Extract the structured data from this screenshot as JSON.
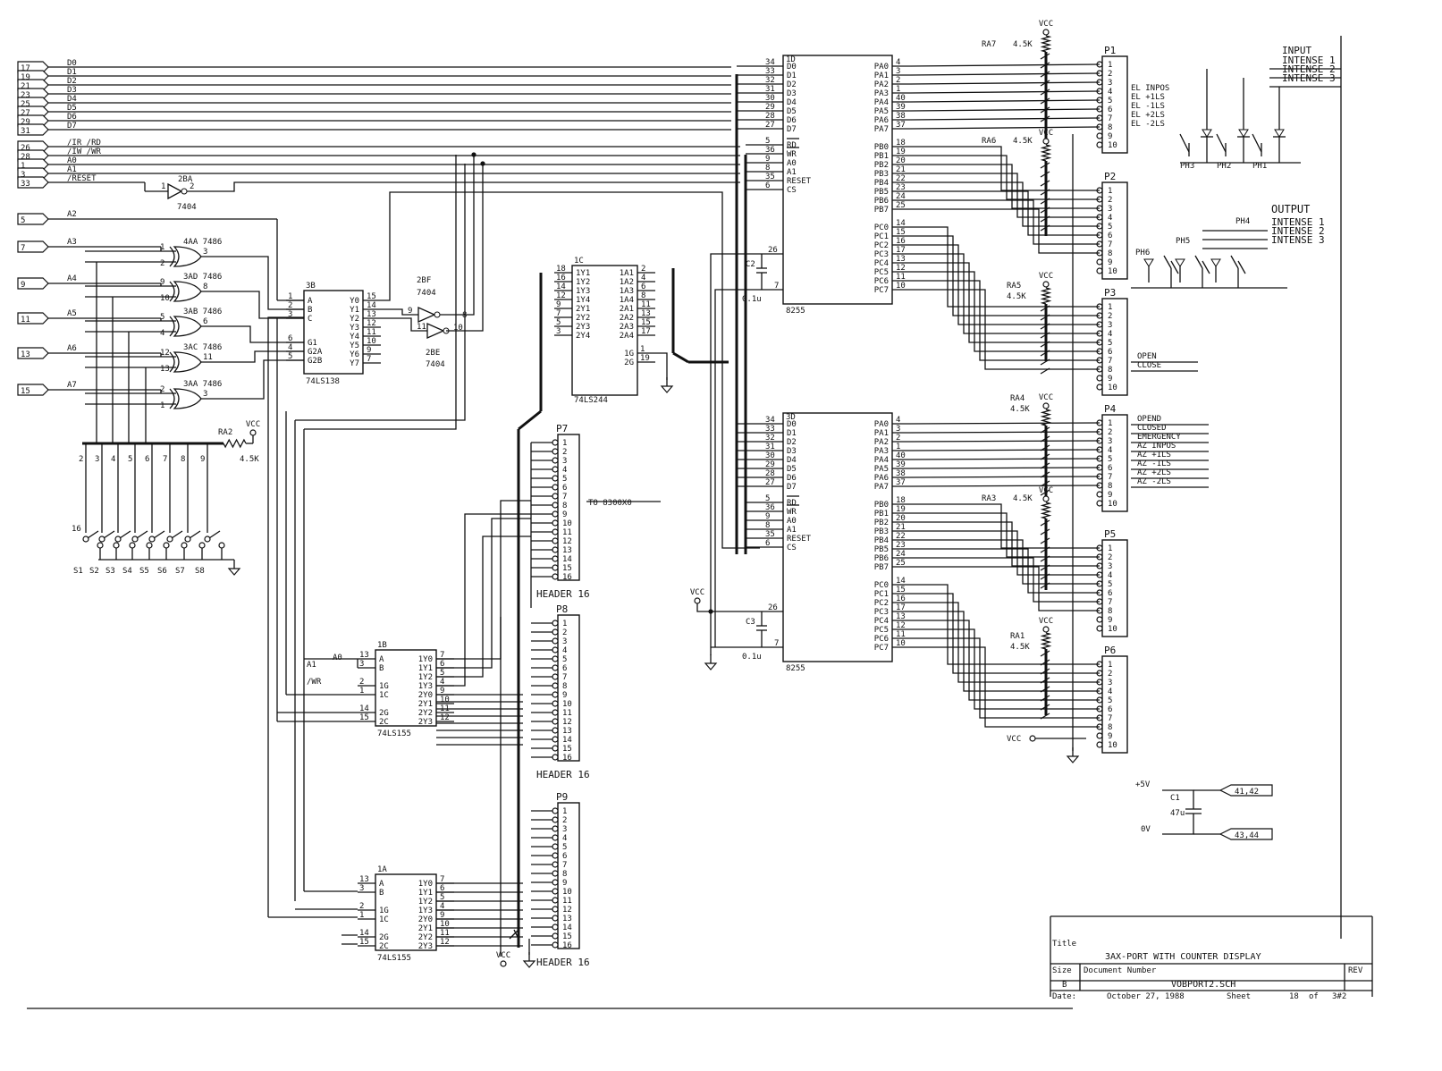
{
  "connector_signals": [
    {
      "pin": "17",
      "net": "D0"
    },
    {
      "pin": "19",
      "net": "D1"
    },
    {
      "pin": "21",
      "net": "D2"
    },
    {
      "pin": "23",
      "net": "D3"
    },
    {
      "pin": "25",
      "net": "D4"
    },
    {
      "pin": "27",
      "net": "D5"
    },
    {
      "pin": "29",
      "net": "D6"
    },
    {
      "pin": "31",
      "net": "D7"
    },
    {
      "pin": "26",
      "net": "/IR /RD"
    },
    {
      "pin": "28",
      "net": "/IW /WR"
    },
    {
      "pin": "1",
      "net": "A0"
    },
    {
      "pin": "3",
      "net": "A1"
    },
    {
      "pin": "33",
      "net": "/RESET"
    }
  ],
  "addr_inputs": [
    {
      "pin": "5",
      "net": "A2"
    },
    {
      "pin": "7",
      "net": "A3"
    },
    {
      "pin": "9",
      "net": "A4"
    },
    {
      "pin": "11",
      "net": "A5"
    },
    {
      "pin": "13",
      "net": "A6"
    },
    {
      "pin": "15",
      "net": "A7"
    }
  ],
  "xor_gates": [
    {
      "ref": "4AA 7486",
      "in1": "1",
      "in2": "2",
      "out": "3"
    },
    {
      "ref": "3AD 7486",
      "in1": "9",
      "in2": "10",
      "out": "8"
    },
    {
      "ref": "3AB 7486",
      "in1": "5",
      "in2": "4",
      "out": "6"
    },
    {
      "ref": "3AC 7486",
      "in1": "12",
      "in2": "13",
      "out": "11"
    },
    {
      "ref": "3AA 7486",
      "in1": "2",
      "in2": "1",
      "out": "3"
    }
  ],
  "inverters": [
    {
      "ref": "2BA",
      "part": "7404",
      "in": "1",
      "out": "2"
    },
    {
      "ref": "2BF",
      "part": "7404",
      "in": "9",
      "out": "8"
    },
    {
      "ref": "2BE",
      "part": "7404",
      "in": "11",
      "out": "10"
    }
  ],
  "u3b": {
    "ref": "3B",
    "part": "74LS138",
    "left": [
      {
        "n": "1",
        "p": "A"
      },
      {
        "n": "2",
        "p": "B"
      },
      {
        "n": "3",
        "p": "C"
      },
      {
        "n": "6",
        "p": "G1"
      },
      {
        "n": "4",
        "p": "G2A"
      },
      {
        "n": "5",
        "p": "G2B"
      }
    ],
    "right": [
      {
        "n": "15",
        "p": "Y0"
      },
      {
        "n": "14",
        "p": "Y1"
      },
      {
        "n": "13",
        "p": "Y2"
      },
      {
        "n": "12",
        "p": "Y3"
      },
      {
        "n": "11",
        "p": "Y4"
      },
      {
        "n": "10",
        "p": "Y5"
      },
      {
        "n": "9",
        "p": "Y6"
      },
      {
        "n": "7",
        "p": "Y7"
      }
    ]
  },
  "dip": {
    "pins": [
      "2",
      "3",
      "4",
      "5",
      "6",
      "7",
      "8",
      "9"
    ],
    "top": "16",
    "labels": [
      "S1",
      "S2",
      "S3",
      "S4",
      "S5",
      "S6",
      "S7",
      "S8"
    ],
    "ra2": "RA2",
    "vcc": "VCC",
    "val": "4.5K"
  },
  "u1c": {
    "ref": "1C",
    "part": "74LS244",
    "left": [
      {
        "n": "18",
        "p": "1Y1"
      },
      {
        "n": "16",
        "p": "1Y2"
      },
      {
        "n": "14",
        "p": "1Y3"
      },
      {
        "n": "12",
        "p": "1Y4"
      },
      {
        "n": "9",
        "p": "2Y1"
      },
      {
        "n": "7",
        "p": "2Y2"
      },
      {
        "n": "5",
        "p": "2Y3"
      },
      {
        "n": "3",
        "p": "2Y4"
      }
    ],
    "right": [
      {
        "n": "2",
        "p": "1A1"
      },
      {
        "n": "4",
        "p": "1A2"
      },
      {
        "n": "6",
        "p": "1A3"
      },
      {
        "n": "8",
        "p": "1A4"
      },
      {
        "n": "11",
        "p": "2A1"
      },
      {
        "n": "13",
        "p": "2A2"
      },
      {
        "n": "15",
        "p": "2A3"
      },
      {
        "n": "17",
        "p": "2A4"
      }
    ],
    "g": [
      {
        "n": "1",
        "p": "1G"
      },
      {
        "n": "19",
        "p": "2G"
      }
    ]
  },
  "u1b": {
    "ref": "1B",
    "part": "74LS155",
    "left": [
      {
        "n": "13",
        "p": "A"
      },
      {
        "n": "3",
        "p": "B"
      },
      {
        "n": "2",
        "p": "1G"
      },
      {
        "n": "1",
        "p": "1C"
      },
      {
        "n": "14",
        "p": "2G"
      },
      {
        "n": "15",
        "p": "2C"
      }
    ],
    "right": [
      {
        "n": "7",
        "p": "1Y0"
      },
      {
        "n": "6",
        "p": "1Y1"
      },
      {
        "n": "5",
        "p": "1Y2"
      },
      {
        "n": "4",
        "p": "1Y3"
      },
      {
        "n": "9",
        "p": "2Y0"
      },
      {
        "n": "10",
        "p": "2Y1"
      },
      {
        "n": "11",
        "p": "2Y2"
      },
      {
        "n": "12",
        "p": "2Y3"
      }
    ],
    "nets": {
      "a0": "A0",
      "a1": "A1",
      "wr": "/WR"
    }
  },
  "u1a": {
    "ref": "1A",
    "part": "74LS155",
    "left": [
      {
        "n": "13",
        "p": "A"
      },
      {
        "n": "3",
        "p": "B"
      },
      {
        "n": "2",
        "p": "1G"
      },
      {
        "n": "1",
        "p": "1C"
      },
      {
        "n": "14",
        "p": "2G"
      },
      {
        "n": "15",
        "p": "2C"
      }
    ],
    "right": [
      {
        "n": "7",
        "p": "1Y0"
      },
      {
        "n": "6",
        "p": "1Y1"
      },
      {
        "n": "5",
        "p": "1Y2"
      },
      {
        "n": "4",
        "p": "1Y3"
      },
      {
        "n": "9",
        "p": "2Y0"
      },
      {
        "n": "10",
        "p": "2Y1"
      },
      {
        "n": "11",
        "p": "2Y2"
      },
      {
        "n": "12",
        "p": "2Y3"
      }
    ]
  },
  "headers16": [
    {
      "ref": "P7",
      "caption": "HEADER 16",
      "note": "TO 8300X0"
    },
    {
      "ref": "P8",
      "caption": "HEADER 16"
    },
    {
      "ref": "P9",
      "caption": "HEADER 16"
    }
  ],
  "ppi": [
    {
      "ref": "1D",
      "part": "8255",
      "cap": "C2",
      "capval": "0.1u"
    },
    {
      "ref": "3D",
      "part": "8255",
      "cap": "C3",
      "capval": "0.1u"
    }
  ],
  "ppi_left": [
    {
      "n": "34",
      "p": "D0"
    },
    {
      "n": "33",
      "p": "D1"
    },
    {
      "n": "32",
      "p": "D2"
    },
    {
      "n": "31",
      "p": "D3"
    },
    {
      "n": "30",
      "p": "D4"
    },
    {
      "n": "29",
      "p": "D5"
    },
    {
      "n": "28",
      "p": "D6"
    },
    {
      "n": "27",
      "p": "D7"
    },
    {
      "n": "5",
      "p": "RD"
    },
    {
      "n": "36",
      "p": "WR"
    },
    {
      "n": "9",
      "p": "A0"
    },
    {
      "n": "8",
      "p": "A1"
    },
    {
      "n": "35",
      "p": "RESET"
    },
    {
      "n": "6",
      "p": "CS"
    }
  ],
  "ppi_right": [
    {
      "n": "4",
      "p": "PA0"
    },
    {
      "n": "3",
      "p": "PA1"
    },
    {
      "n": "2",
      "p": "PA2"
    },
    {
      "n": "1",
      "p": "PA3"
    },
    {
      "n": "40",
      "p": "PA4"
    },
    {
      "n": "39",
      "p": "PA5"
    },
    {
      "n": "38",
      "p": "PA6"
    },
    {
      "n": "37",
      "p": "PA7"
    },
    {
      "n": "18",
      "p": "PB0"
    },
    {
      "n": "19",
      "p": "PB1"
    },
    {
      "n": "20",
      "p": "PB2"
    },
    {
      "n": "21",
      "p": "PB3"
    },
    {
      "n": "22",
      "p": "PB4"
    },
    {
      "n": "23",
      "p": "PB5"
    },
    {
      "n": "24",
      "p": "PB6"
    },
    {
      "n": "25",
      "p": "PB7"
    },
    {
      "n": "14",
      "p": "PC0"
    },
    {
      "n": "15",
      "p": "PC1"
    },
    {
      "n": "16",
      "p": "PC2"
    },
    {
      "n": "17",
      "p": "PC3"
    },
    {
      "n": "13",
      "p": "PC4"
    },
    {
      "n": "12",
      "p": "PC5"
    },
    {
      "n": "11",
      "p": "PC6"
    },
    {
      "n": "10",
      "p": "PC7"
    }
  ],
  "ppi_pin26": "26",
  "ppi_pin7": "7",
  "resnets": [
    {
      "ref": "RA7",
      "val": "4.5K"
    },
    {
      "ref": "RA6",
      "val": "4.5K"
    },
    {
      "ref": "RA5",
      "val": "4.5K"
    },
    {
      "ref": "RA4",
      "val": "4.5K"
    },
    {
      "ref": "RA3",
      "val": "4.5K"
    },
    {
      "ref": "RA1",
      "val": "4.5K"
    }
  ],
  "vcc": "VCC",
  "headers10": [
    "P1",
    "P2",
    "P3",
    "P4",
    "P5",
    "P6"
  ],
  "p1_labels": [
    "EL INPOS",
    "EL +1LS",
    "EL -1LS",
    "EL +2LS",
    "EL -2LS"
  ],
  "input_labels": [
    "INPUT",
    "INTENSE 1",
    "INTENSE 2",
    "INTENSE 3"
  ],
  "input_opto": [
    "PH3",
    "PH2",
    "PH1"
  ],
  "output_labels": [
    "OUTPUT",
    "INTENSE 1",
    "INTENSE 2",
    "INTENSE 3"
  ],
  "output_opto": [
    "PH4",
    "PH5",
    "PH6"
  ],
  "p3_labels": [
    "OPEN",
    "CLOSE"
  ],
  "p4_labels": [
    "OPEND",
    "CLOSED",
    "EMERGENCY",
    "AZ INPOS",
    "AZ +1LS",
    "AZ -1LS",
    "AZ +2LS",
    "AZ -2LS"
  ],
  "power": {
    "p5v": "+5V",
    "gnd": "0V",
    "cap": "C1",
    "capval": "47u",
    "pins5v": "41,42",
    "pinsgnd": "43,44"
  },
  "title_block": {
    "title_label": "Title",
    "title": "3AX-PORT WITH COUNTER DISPLAY",
    "size_label": "Size",
    "size": "B",
    "docnum_label": "Document Number",
    "docnum": "VOBPORT2.SCH",
    "rev_label": "REV",
    "date_label": "Date:",
    "date": "October 27, 1988",
    "sheet_label": "Sheet",
    "sheet": "18",
    "of_label": "of",
    "of": "3#2"
  }
}
